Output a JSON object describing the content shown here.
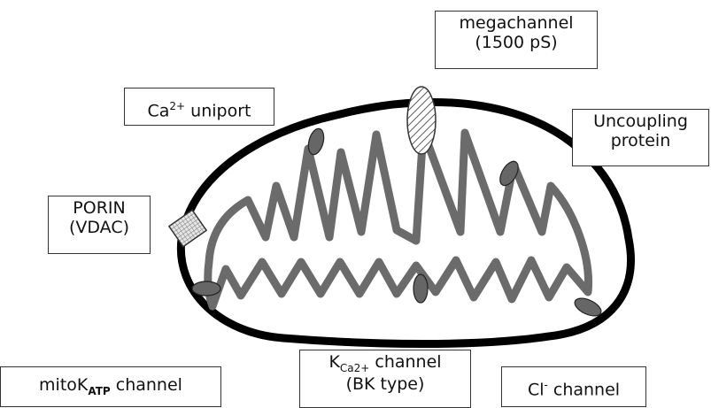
{
  "labels": {
    "megachannel": {
      "line1": "megachannel",
      "line2": "(1500 pS)"
    },
    "ca_uniport": {
      "prefix": "Ca",
      "sup": "2+",
      "suffix": " uniport"
    },
    "uncoupling": {
      "line1": "Uncoupling",
      "line2": "protein"
    },
    "porin": {
      "line1": "PORIN",
      "line2": "(VDAC)"
    },
    "mitokatp": {
      "prefix": "mitoK",
      "sub": "ATP",
      "suffix": " channel"
    },
    "kca": {
      "prefix": "K",
      "sub": "Ca2+",
      "suffix": " channel",
      "line2": "(BK type)"
    },
    "cl": {
      "prefix": "Cl",
      "sup": "-",
      "suffix": " channel"
    }
  },
  "colors": {
    "outer_membrane": "#000000",
    "inner_membrane": "#6b6b6b",
    "channel_fill": "#666666",
    "porin_fill": "#bfbfbf"
  }
}
